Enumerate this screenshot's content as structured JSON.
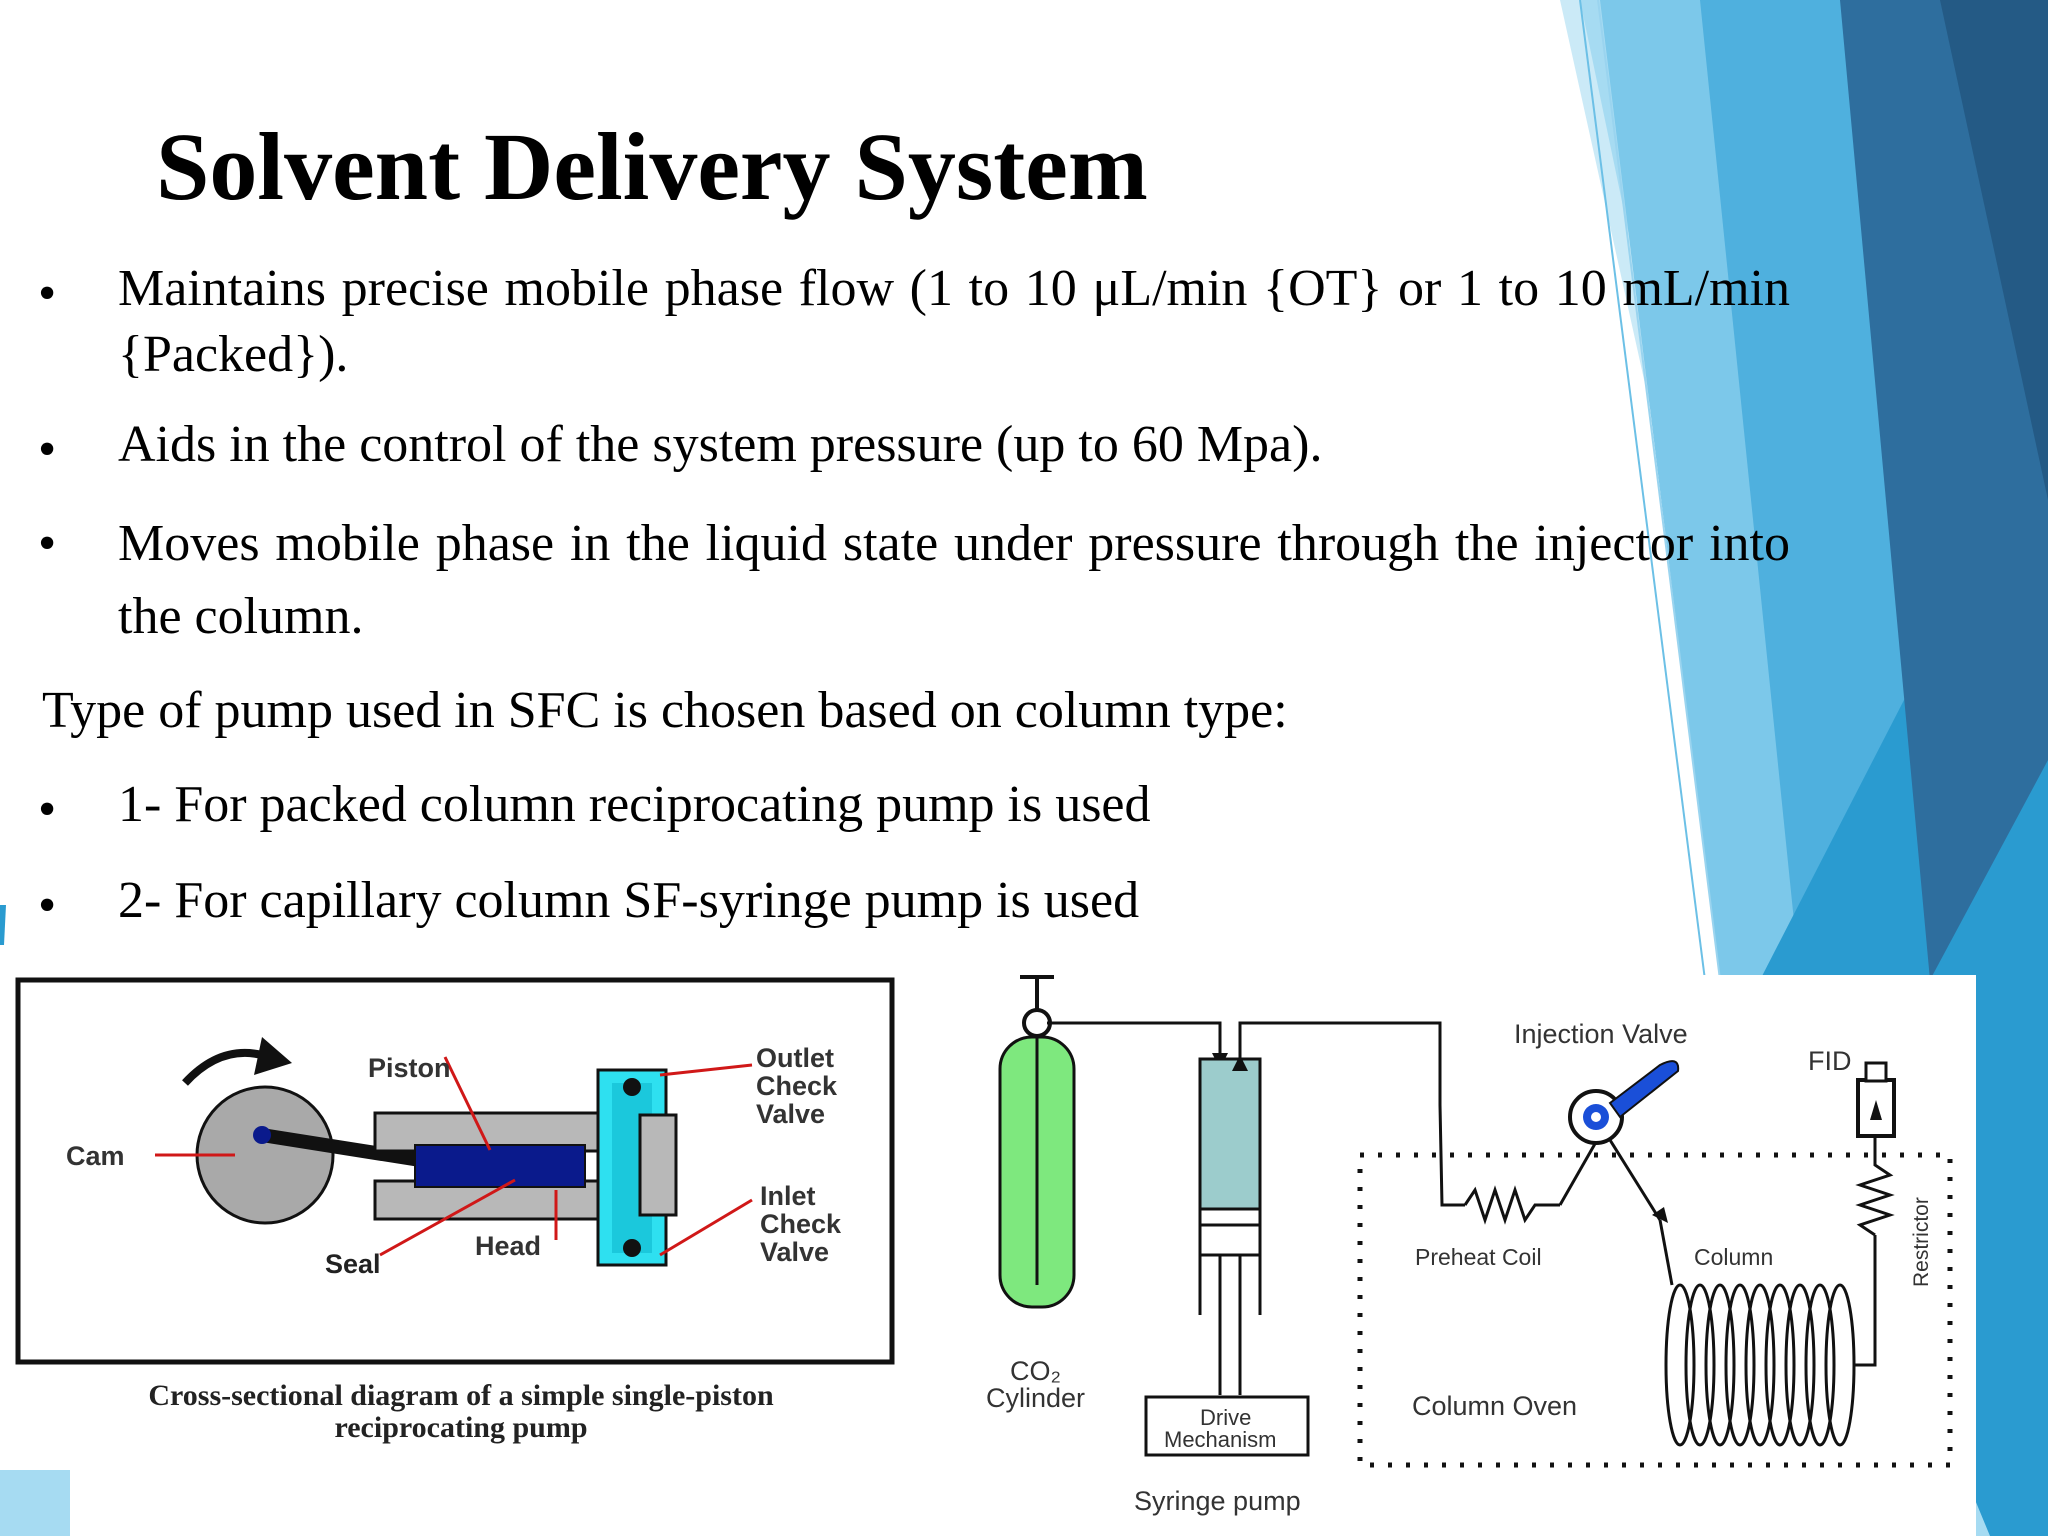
{
  "slide": {
    "title": "Solvent Delivery System",
    "bullets": [
      "Maintains precise mobile phase flow (1 to 10 μL/min {OT} or 1 to 10 mL/min {Packed}).",
      "Aids in the control of the system pressure (up to 60 Mpa).",
      "Moves mobile phase in the liquid state under pressure through the injector into the column."
    ],
    "intro": "Type of pump used in SFC is chosen based on column type:",
    "pump_types": [
      "1- For packed column reciprocating pump is used",
      "2- For capillary column SF-syringe pump is used"
    ],
    "bullet_glyph": "•"
  },
  "pump_diagram": {
    "labels": {
      "piston": "Piston",
      "cam": "Cam",
      "seal": "Seal",
      "head": "Head",
      "outlet_1": "Outlet",
      "outlet_2": "Check",
      "outlet_3": "Valve",
      "inlet_1": "Inlet",
      "inlet_2": "Check",
      "inlet_3": "Valve"
    },
    "caption_line1": "Cross-sectional diagram of a simple single-piston",
    "caption_line2": "reciprocating pump"
  },
  "sfc_diagram": {
    "labels": {
      "injection_valve": "Injection Valve",
      "fid": "FID",
      "preheat_coil": "Preheat Coil",
      "column": "Column",
      "restrictor": "Restrictor",
      "co2_1": "CO₂",
      "co2_2": "Cylinder",
      "drive_1": "Drive",
      "drive_2": "Mechanism",
      "column_oven": "Column Oven",
      "syringe_pump": "Syringe pump"
    }
  },
  "colors": {
    "accent_dark": "#2e6e9e",
    "accent_mid": "#2a9bd0",
    "accent_light": "#8fd0ee",
    "piston": "#0a1a8c",
    "cyan_fluid": "#2ee0f0",
    "cylinder_green": "#7ee87e",
    "syringe_fill": "#9ccccc",
    "valve_blue": "#1a4fd8",
    "leader_red": "#d01818"
  }
}
